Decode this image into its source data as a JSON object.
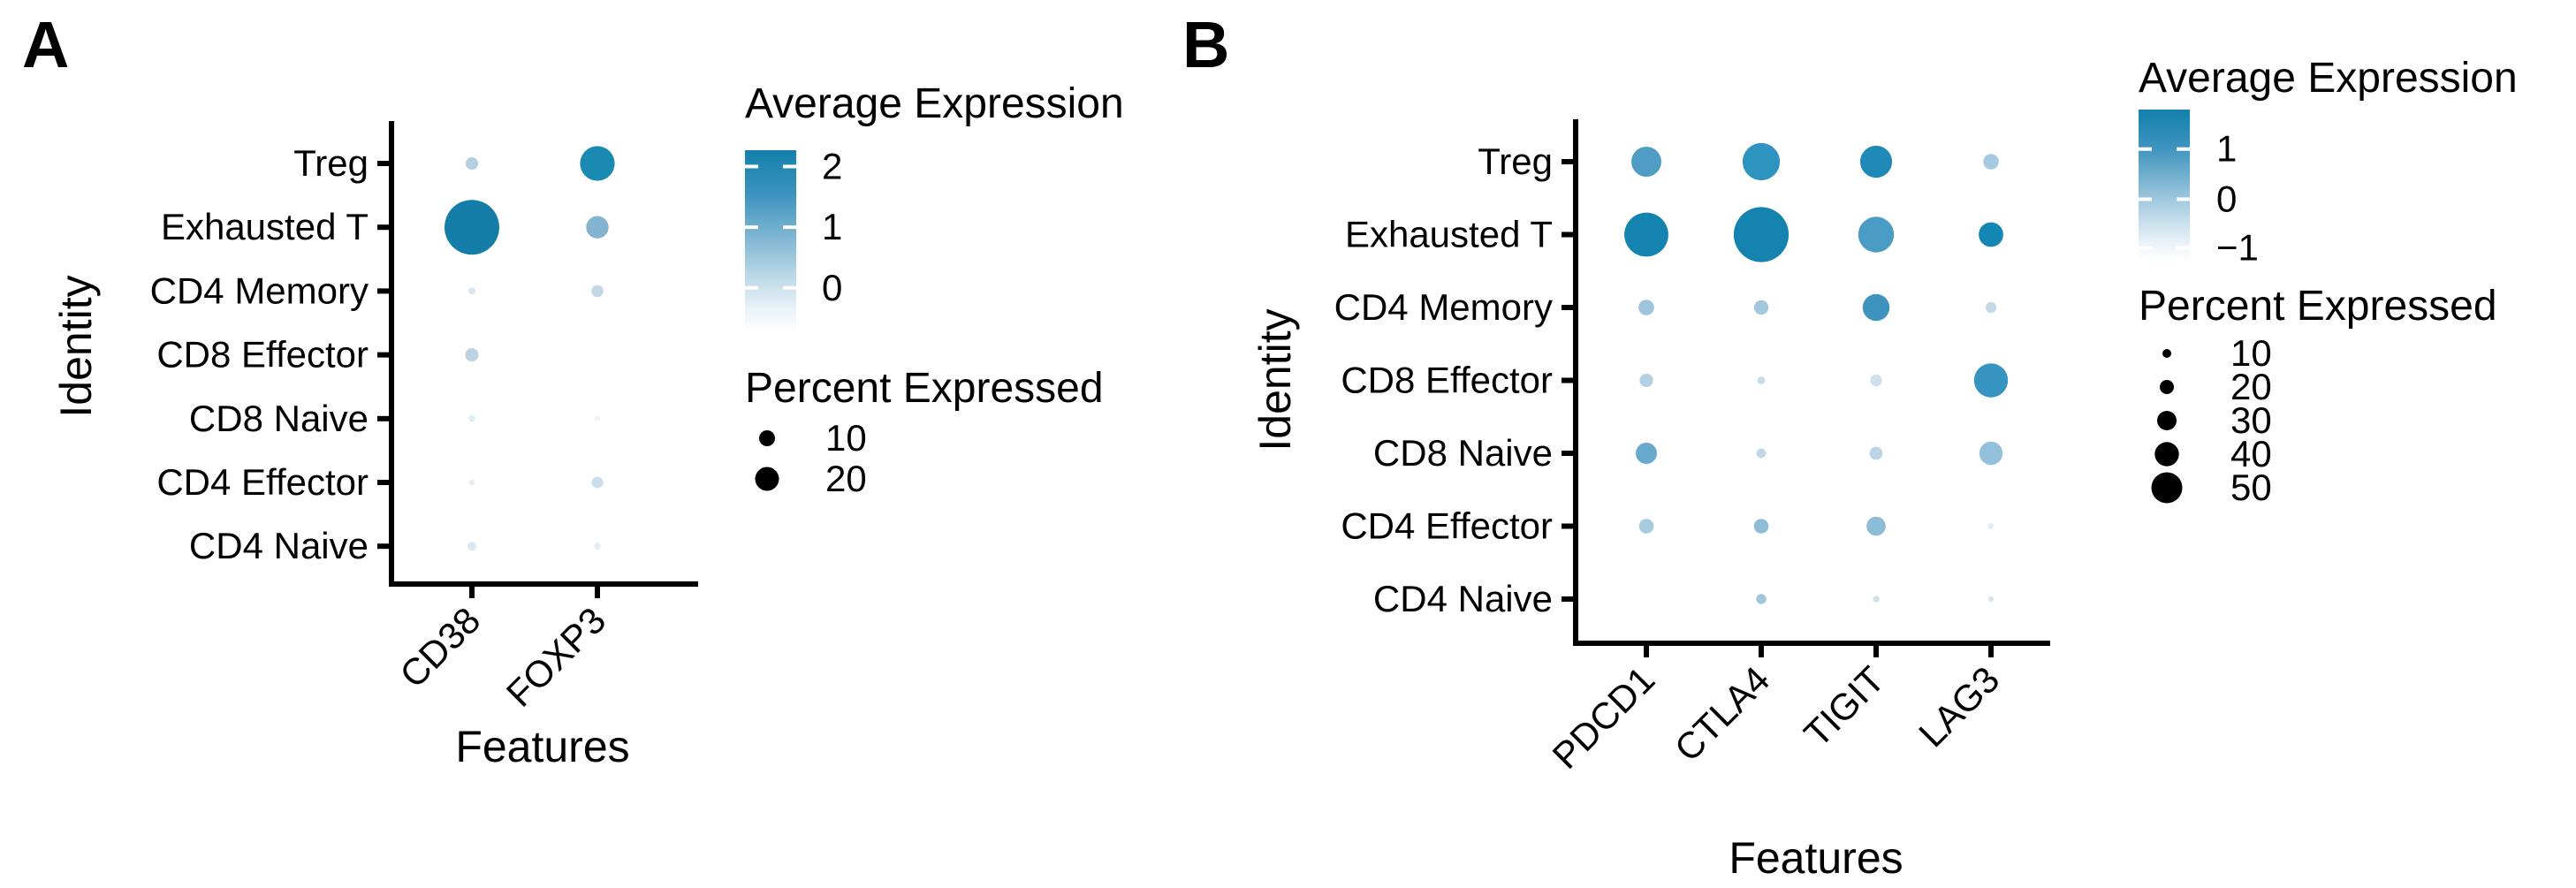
{
  "figure": {
    "background": "#ffffff"
  },
  "panels": [
    {
      "label": "A"
    },
    {
      "label": "B"
    }
  ],
  "chart_data": [
    {
      "type": "scatter",
      "subtype": "dot-plot",
      "panel": "A",
      "title": "",
      "xlabel": "Features",
      "ylabel": "Identity",
      "x_categories": [
        "CD38",
        "FOXP3"
      ],
      "y_categories": [
        "Treg",
        "Exhausted T",
        "CD4 Memory",
        "CD8 Effector",
        "CD8 Naive",
        "CD4 Effector",
        "CD4 Naive"
      ],
      "points": [
        {
          "x": "CD38",
          "y": "Treg",
          "percent": 1.3,
          "avg_expression": 0.3,
          "color": "#b3cfe1"
        },
        {
          "x": "FOXP3",
          "y": "Treg",
          "percent": 10,
          "avg_expression": 2.0,
          "color": "#1b8ab2"
        },
        {
          "x": "CD38",
          "y": "Exhausted T",
          "percent": 25,
          "avg_expression": 2.2,
          "color": "#157ea8"
        },
        {
          "x": "FOXP3",
          "y": "Exhausted T",
          "percent": 4.2,
          "avg_expression": 0.9,
          "color": "#83b3d1"
        },
        {
          "x": "CD38",
          "y": "CD4 Memory",
          "percent": 0.4,
          "avg_expression": 0.1,
          "color": "#d9e6ee"
        },
        {
          "x": "FOXP3",
          "y": "CD4 Memory",
          "percent": 1.2,
          "avg_expression": 0.3,
          "color": "#c2d8e7"
        },
        {
          "x": "CD38",
          "y": "CD8 Effector",
          "percent": 1.5,
          "avg_expression": 0.35,
          "color": "#bcd3e3"
        },
        {
          "x": "CD38",
          "y": "CD8 Naive",
          "percent": 0.4,
          "avg_expression": 0.05,
          "color": "#e1ebf2"
        },
        {
          "x": "FOXP3",
          "y": "CD8 Naive",
          "percent": 0.25,
          "avg_expression": -0.1,
          "color": "#edf3f7"
        },
        {
          "x": "CD38",
          "y": "CD4 Effector",
          "percent": 0.25,
          "avg_expression": 0.0,
          "color": "#e6eef3"
        },
        {
          "x": "FOXP3",
          "y": "CD4 Effector",
          "percent": 1.1,
          "avg_expression": 0.25,
          "color": "#cadded"
        },
        {
          "x": "CD38",
          "y": "CD4 Naive",
          "percent": 0.65,
          "avg_expression": 0.1,
          "color": "#dce8f0"
        },
        {
          "x": "FOXP3",
          "y": "CD4 Naive",
          "percent": 0.4,
          "avg_expression": 0.05,
          "color": "#e5edf3"
        }
      ],
      "color_legend": {
        "title": "Average Expression",
        "ticks": [
          {
            "label": "2",
            "frac": 0.09
          },
          {
            "label": "1",
            "frac": 0.425
          },
          {
            "label": "0",
            "frac": 0.76
          }
        ],
        "gradient": [
          {
            "offset": "0%",
            "color": "#1480ac"
          },
          {
            "offset": "25%",
            "color": "#3d94bf"
          },
          {
            "offset": "50%",
            "color": "#85b9d4"
          },
          {
            "offset": "72%",
            "color": "#c2dcea"
          },
          {
            "offset": "88%",
            "color": "#eaf3f8"
          },
          {
            "offset": "100%",
            "color": "#ffffff"
          }
        ]
      },
      "size_legend": {
        "title": "Percent Expressed",
        "entries": [
          {
            "label": "10",
            "r": 9
          },
          {
            "label": "20",
            "r": 13.5
          }
        ]
      }
    },
    {
      "type": "scatter",
      "subtype": "dot-plot",
      "panel": "B",
      "title": "",
      "xlabel": "Features",
      "ylabel": "Identity",
      "x_categories": [
        "PDCD1",
        "CTLA4",
        "TIGIT",
        "LAG3"
      ],
      "y_categories": [
        "Treg",
        "Exhausted T",
        "CD4 Memory",
        "CD8 Effector",
        "CD8 Naive",
        "CD4 Effector",
        "CD4 Naive"
      ],
      "points": [
        {
          "x": "PDCD1",
          "y": "Treg",
          "percent": 15,
          "avg_expression": 0.7,
          "color": "#4f9dc5"
        },
        {
          "x": "CTLA4",
          "y": "Treg",
          "percent": 23,
          "avg_expression": 1.0,
          "color": "#2e93bf"
        },
        {
          "x": "TIGIT",
          "y": "Treg",
          "percent": 17,
          "avg_expression": 1.3,
          "color": "#1f89b7"
        },
        {
          "x": "LAG3",
          "y": "Treg",
          "percent": 4,
          "avg_expression": 0.2,
          "color": "#a5c9e0"
        },
        {
          "x": "PDCD1",
          "y": "Exhausted T",
          "percent": 32,
          "avg_expression": 1.5,
          "color": "#1483af"
        },
        {
          "x": "CTLA4",
          "y": "Exhausted T",
          "percent": 50,
          "avg_expression": 1.5,
          "color": "#1483af"
        },
        {
          "x": "TIGIT",
          "y": "Exhausted T",
          "percent": 21,
          "avg_expression": 0.6,
          "color": "#4a9cc4"
        },
        {
          "x": "LAG3",
          "y": "Exhausted T",
          "percent": 10,
          "avg_expression": 1.4,
          "color": "#1487b5"
        },
        {
          "x": "PDCD1",
          "y": "CD4 Memory",
          "percent": 4,
          "avg_expression": 0.3,
          "color": "#9cc4dc"
        },
        {
          "x": "CTLA4",
          "y": "CD4 Memory",
          "percent": 3.5,
          "avg_expression": 0.25,
          "color": "#a3c8de"
        },
        {
          "x": "TIGIT",
          "y": "CD4 Memory",
          "percent": 12,
          "avg_expression": 0.9,
          "color": "#3e94bf"
        },
        {
          "x": "LAG3",
          "y": "CD4 Memory",
          "percent": 2,
          "avg_expression": 0.05,
          "color": "#c3d9e8"
        },
        {
          "x": "PDCD1",
          "y": "CD8 Effector",
          "percent": 3,
          "avg_expression": 0.15,
          "color": "#b3d0e2"
        },
        {
          "x": "CTLA4",
          "y": "CD8 Effector",
          "percent": 1,
          "avg_expression": 0.1,
          "color": "#c8dcea"
        },
        {
          "x": "TIGIT",
          "y": "CD8 Effector",
          "percent": 2.3,
          "avg_expression": -0.05,
          "color": "#cfe0ec"
        },
        {
          "x": "LAG3",
          "y": "CD8 Effector",
          "percent": 19,
          "avg_expression": 0.95,
          "color": "#3794c1"
        },
        {
          "x": "PDCD1",
          "y": "CD8 Naive",
          "percent": 7.4,
          "avg_expression": 0.5,
          "color": "#68a9cc"
        },
        {
          "x": "CTLA4",
          "y": "CD8 Naive",
          "percent": 1.5,
          "avg_expression": 0.05,
          "color": "#c2d8e8"
        },
        {
          "x": "TIGIT",
          "y": "CD8 Naive",
          "percent": 2.8,
          "avg_expression": 0.1,
          "color": "#bdd6e7"
        },
        {
          "x": "LAG3",
          "y": "CD8 Naive",
          "percent": 9,
          "avg_expression": 0.35,
          "color": "#93c0da"
        },
        {
          "x": "PDCD1",
          "y": "CD4 Effector",
          "percent": 3.6,
          "avg_expression": 0.25,
          "color": "#a6cade"
        },
        {
          "x": "CTLA4",
          "y": "CD4 Effector",
          "percent": 3.6,
          "avg_expression": 0.4,
          "color": "#8fbdd8"
        },
        {
          "x": "TIGIT",
          "y": "CD4 Effector",
          "percent": 6,
          "avg_expression": 0.4,
          "color": "#8cbcd8"
        },
        {
          "x": "LAG3",
          "y": "CD4 Effector",
          "percent": 0.6,
          "avg_expression": -0.3,
          "color": "#e2ebf1"
        },
        {
          "x": "CTLA4",
          "y": "CD4 Naive",
          "percent": 1.7,
          "avg_expression": 0.35,
          "color": "#9fc6dd"
        },
        {
          "x": "TIGIT",
          "y": "CD4 Naive",
          "percent": 0.7,
          "avg_expression": -0.05,
          "color": "#cfe0eb"
        },
        {
          "x": "LAG3",
          "y": "CD4 Naive",
          "percent": 0.5,
          "avg_expression": -0.1,
          "color": "#d5e4ed"
        }
      ],
      "color_legend": {
        "title": "Average Expression",
        "ticks": [
          {
            "label": "1",
            "frac": 0.26
          },
          {
            "label": "0",
            "frac": 0.59
          },
          {
            "label": "−1",
            "frac": 0.91
          }
        ],
        "gradient": [
          {
            "offset": "0%",
            "color": "#1480ac"
          },
          {
            "offset": "25%",
            "color": "#3d94bf"
          },
          {
            "offset": "50%",
            "color": "#85b9d4"
          },
          {
            "offset": "72%",
            "color": "#c2dcea"
          },
          {
            "offset": "88%",
            "color": "#eaf3f8"
          },
          {
            "offset": "100%",
            "color": "#ffffff"
          }
        ]
      },
      "size_legend": {
        "title": "Percent Expressed",
        "entries": [
          {
            "label": "10",
            "r": 5
          },
          {
            "label": "20",
            "r": 8
          },
          {
            "label": "30",
            "r": 11
          },
          {
            "label": "40",
            "r": 13.7
          },
          {
            "label": "50",
            "r": 17.5
          }
        ]
      }
    }
  ]
}
